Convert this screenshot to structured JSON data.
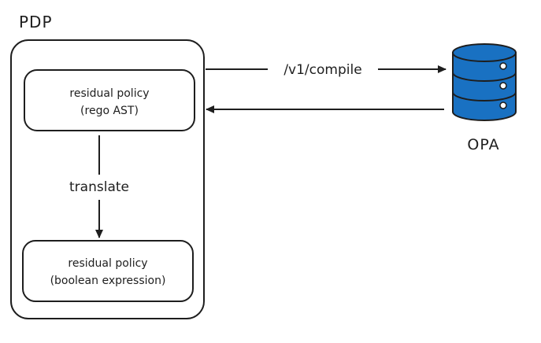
{
  "container": {
    "title": "PDP"
  },
  "nodes": {
    "residual_rego": {
      "line1": "residual policy",
      "line2": "(rego AST)"
    },
    "residual_bool": {
      "line1": "residual policy",
      "line2": "(boolean expression)"
    },
    "opa": {
      "label": "OPA",
      "icon": "database-icon",
      "color": "#1971c2",
      "stroke": "#1e1e1e"
    }
  },
  "edges": {
    "compile": {
      "label": "/v1/compile"
    },
    "translate": {
      "label": "translate"
    },
    "response": {
      "label": ""
    }
  }
}
